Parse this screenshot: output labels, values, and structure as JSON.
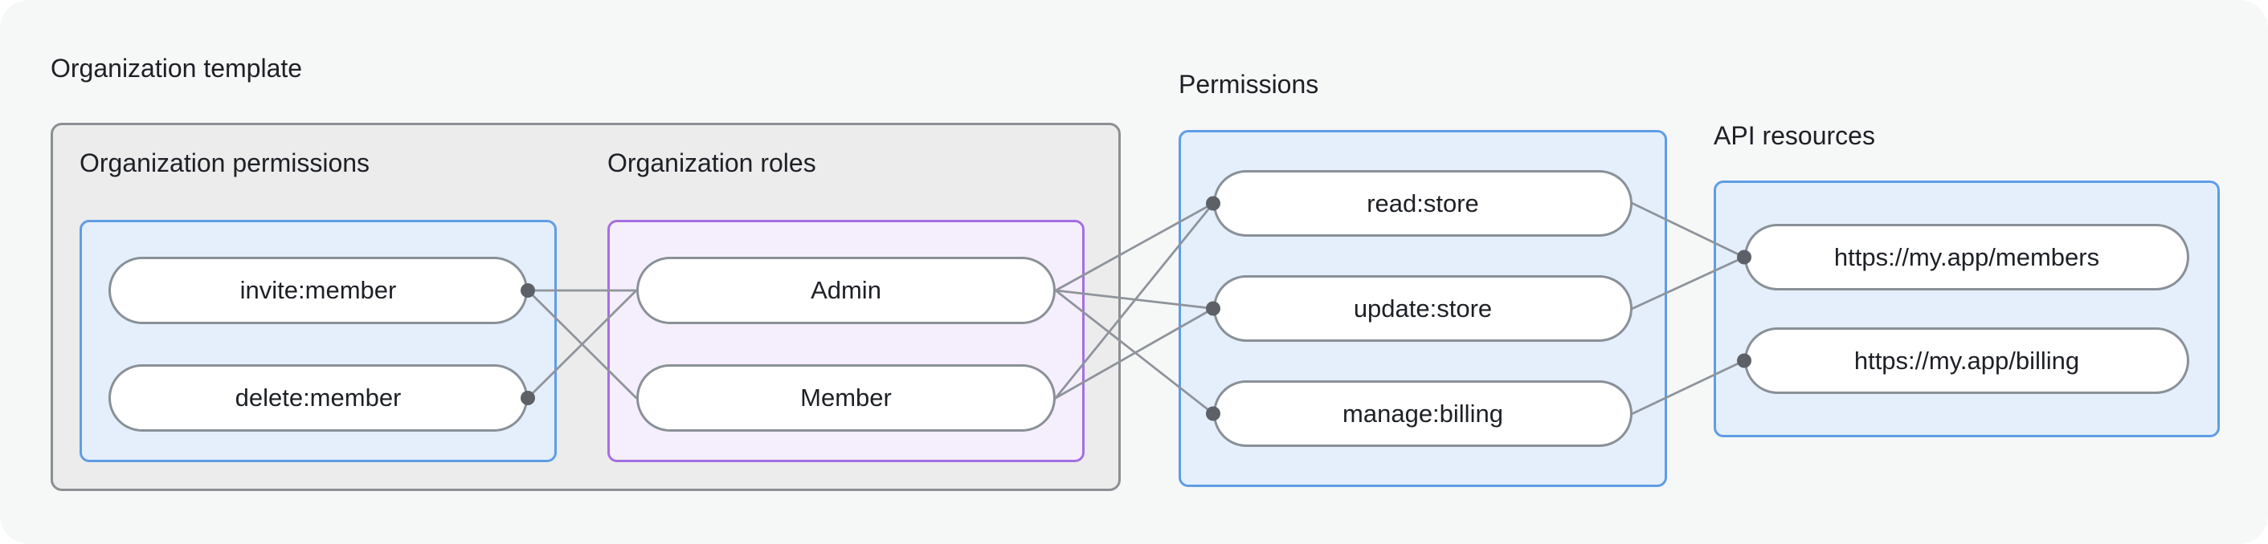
{
  "org_template": {
    "label": "Organization template",
    "permissions": {
      "label": "Organization permissions",
      "items": [
        {
          "label": "invite:member"
        },
        {
          "label": "delete:member"
        }
      ]
    },
    "roles": {
      "label": "Organization roles",
      "items": [
        {
          "label": "Admin"
        },
        {
          "label": "Member"
        }
      ]
    }
  },
  "permissions": {
    "label": "Permissions",
    "items": [
      {
        "label": "read:store"
      },
      {
        "label": "update:store"
      },
      {
        "label": "manage:billing"
      }
    ]
  },
  "api_resources": {
    "label": "API resources",
    "items": [
      {
        "label": "https://my.app/members"
      },
      {
        "label": "https://my.app/billing"
      }
    ]
  },
  "edges": [
    {
      "from": "invite:member",
      "to": "Admin"
    },
    {
      "from": "invite:member",
      "to": "Member"
    },
    {
      "from": "delete:member",
      "to": "Admin"
    },
    {
      "from": "Admin",
      "to": "read:store"
    },
    {
      "from": "Admin",
      "to": "update:store"
    },
    {
      "from": "Admin",
      "to": "manage:billing"
    },
    {
      "from": "Member",
      "to": "read:store"
    },
    {
      "from": "Member",
      "to": "update:store"
    },
    {
      "from": "read:store",
      "to": "https://my.app/members"
    },
    {
      "from": "update:store",
      "to": "https://my.app/members"
    },
    {
      "from": "manage:billing",
      "to": "https://my.app/billing"
    }
  ],
  "colors": {
    "canvas_bg": "#f6f7f7",
    "template_box_bg": "#ececec",
    "template_box_border": "#8c8f93",
    "blue_box_bg": "#e4effb",
    "blue_box_border": "#5e9de6",
    "purple_box_bg": "#f5eefc",
    "purple_box_border": "#a36fe3",
    "node_border": "#8a9097",
    "edge_line": "#8f949c",
    "connection_dot": "#5d6167",
    "text": "#1d2025"
  }
}
